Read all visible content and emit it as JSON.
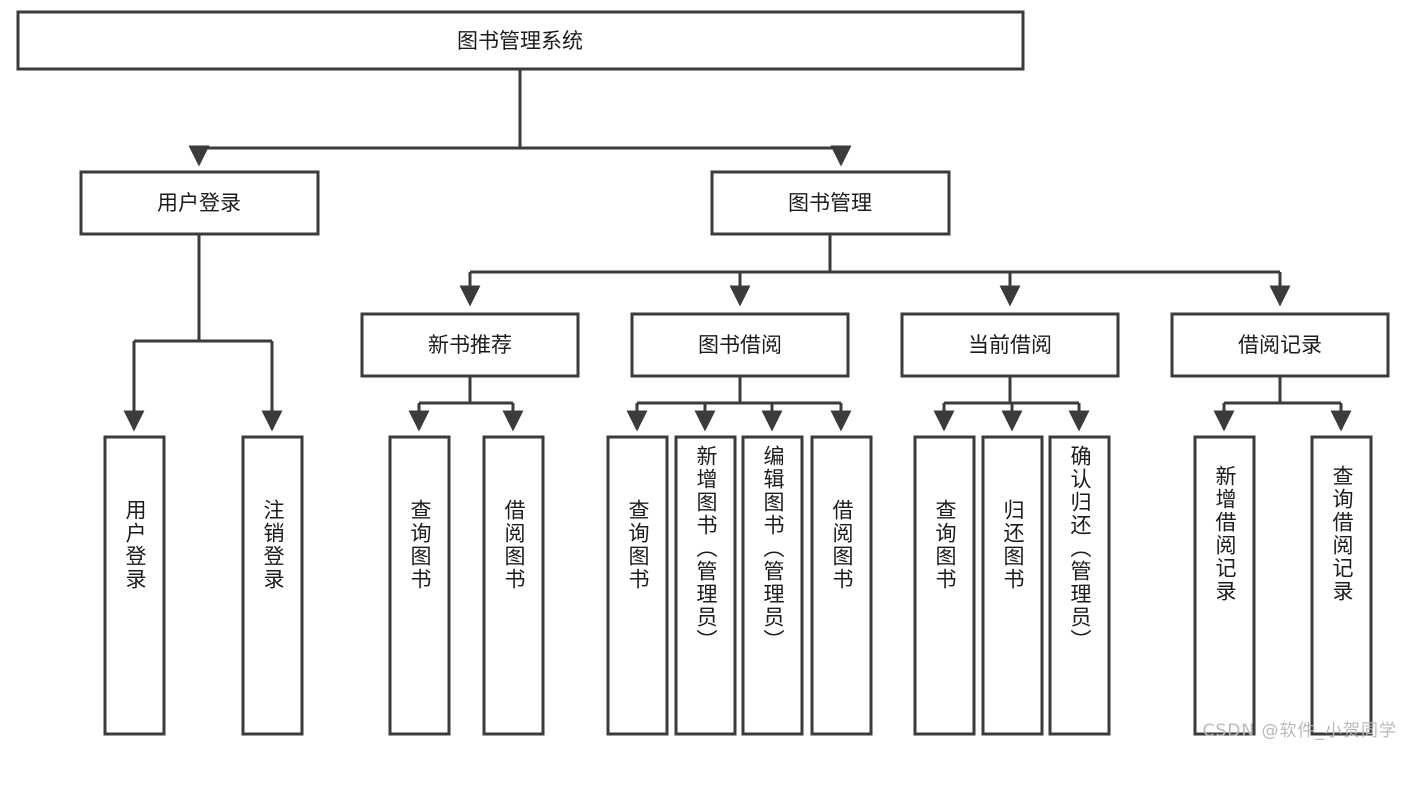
{
  "diagram": {
    "title": "图书管理系统",
    "watermark": "CSDN @软件_小贺同学",
    "colors": {
      "stroke": "#3b3b3b",
      "fill": "#ffffff",
      "text": "#1c1c1c",
      "background": "#ffffff",
      "watermark": "#b9b9b9"
    },
    "root": {
      "label": "图书管理系统"
    },
    "level1": [
      {
        "label": "用户登录"
      },
      {
        "label": "图书管理"
      }
    ],
    "level2": [
      {
        "label": "新书推荐"
      },
      {
        "label": "图书借阅"
      },
      {
        "label": "当前借阅"
      },
      {
        "label": "借阅记录"
      }
    ],
    "leaves": [
      {
        "label": "用户登录",
        "parent": "用户登录"
      },
      {
        "label": "注销登录",
        "parent": "用户登录"
      },
      {
        "label": "查询图书",
        "parent": "新书推荐"
      },
      {
        "label": "借阅图书",
        "parent": "新书推荐"
      },
      {
        "label": "查询图书",
        "parent": "图书借阅"
      },
      {
        "label": "新增图书（管理员）",
        "parent": "图书借阅"
      },
      {
        "label": "编辑图书（管理员）",
        "parent": "图书借阅"
      },
      {
        "label": "借阅图书",
        "parent": "图书借阅"
      },
      {
        "label": "查询图书",
        "parent": "当前借阅"
      },
      {
        "label": "归还图书",
        "parent": "当前借阅"
      },
      {
        "label": "确认归还（管理员）",
        "parent": "当前借阅"
      },
      {
        "label": "新增借阅记录",
        "parent": "借阅记录"
      },
      {
        "label": "查询借阅记录",
        "parent": "借阅记录"
      }
    ]
  }
}
